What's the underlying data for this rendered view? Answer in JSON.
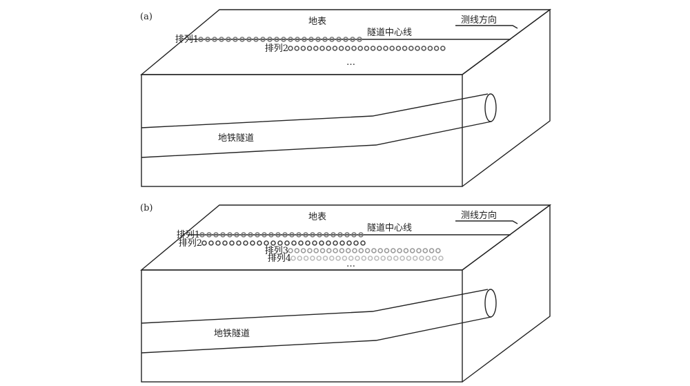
{
  "panels": [
    {
      "label": "(a)",
      "surface": "地表",
      "centerline": "隧道中心线",
      "direction": "测线方向",
      "tunnel": "地铁隧道",
      "ellipsis": "…",
      "arrays": [
        {
          "label": "排列1",
          "count": 24,
          "color": "#777777"
        },
        {
          "label": "排列2",
          "count": 25,
          "color": "#555555"
        }
      ]
    },
    {
      "label": "(b)",
      "surface": "地表",
      "centerline": "隧道中心线",
      "direction": "测线方向",
      "tunnel": "地铁隧道",
      "ellipsis": "…",
      "arrays": [
        {
          "label": "排列1",
          "count": 24,
          "color": "#777777"
        },
        {
          "label": "排列2",
          "count": 24,
          "color": "#444444"
        },
        {
          "label": "排列3",
          "count": 24,
          "color": "#999999"
        },
        {
          "label": "排列4",
          "count": 24,
          "color": "#bbbbbb"
        }
      ]
    }
  ]
}
